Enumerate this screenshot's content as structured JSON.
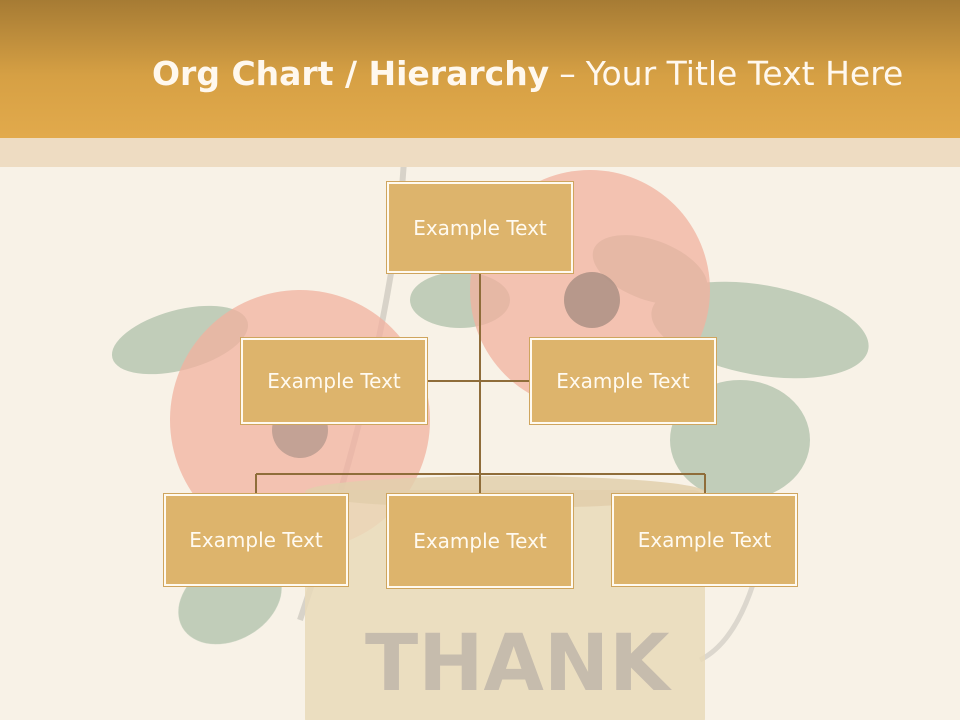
{
  "title": {
    "bold": "Org Chart / Hierarchy",
    "dash": "–",
    "rest": "Your Title Text Here"
  },
  "background": {
    "photo_text": "THANK",
    "description_icon": "flower-pot-photo"
  },
  "org_chart": {
    "root": "Example Text",
    "level1": [
      "Example Text",
      "Example Text"
    ],
    "level2": [
      "Example Text",
      "Example Text",
      "Example Text"
    ]
  },
  "colors": {
    "header": "#d6a044",
    "node_fill": "#ddb46c",
    "connector": "#8f6d3a",
    "node_text": "#fffaf0"
  }
}
